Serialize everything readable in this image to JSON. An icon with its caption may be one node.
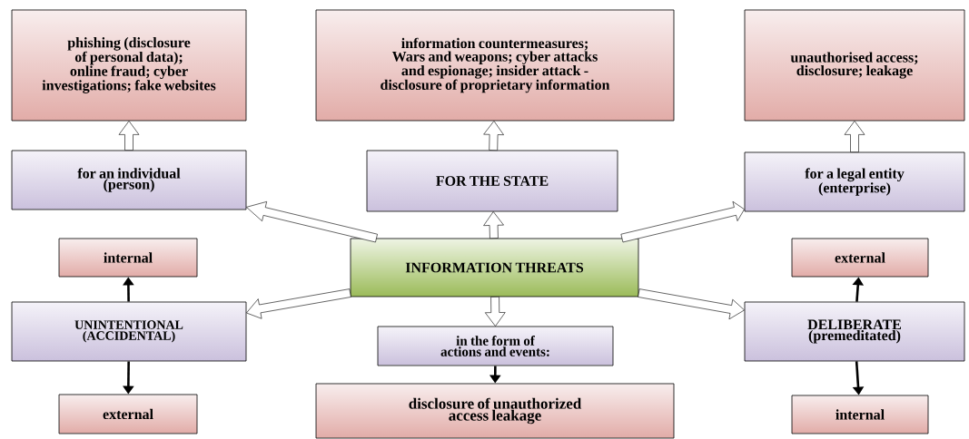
{
  "diagram": {
    "nodes": [
      {
        "text": [
          "phishing (disclosure of personal data); online fraud; cyber investigations; fake websites"
        ]
      },
      {
        "text": [
          "information countermeasures; Wars and weapons; cyber attacks and espionage; insider attack - disclosure of proprietary information"
        ]
      },
      {
        "text": [
          "unauthorised access; disclosure; leakage"
        ]
      },
      {
        "text": [
          "for an individual (person)"
        ]
      },
      {
        "text": [
          "FOR THE STATE"
        ]
      },
      {
        "text": [
          "for a legal entity (enterprise)"
        ]
      },
      {
        "text": [
          "internal"
        ]
      },
      {
        "text": [
          "INFORMATION THREATS"
        ]
      },
      {
        "text": [
          "external"
        ]
      },
      {
        "text": [
          "UNINTENTIONAL (ACCIDENTAL)"
        ]
      },
      {
        "text": [
          "in the form of actions and events:"
        ]
      },
      {
        "text": [
          "DELIBERATE (premeditated)"
        ]
      },
      {
        "text": [
          "external"
        ]
      },
      {
        "text": [
          "disclosure of unauthorized access leakage"
        ]
      },
      {
        "text": [
          "internal"
        ]
      }
    ],
    "edges": [
      {
        "from": 3,
        "to": 0,
        "arrow": "to",
        "style": "thick"
      },
      {
        "from": 4,
        "to": 1,
        "arrow": "to",
        "style": "thick"
      },
      {
        "from": 5,
        "to": 2,
        "arrow": "to",
        "style": "thick"
      },
      {
        "from": 7,
        "to": 3,
        "arrow": "to",
        "style": "thick"
      },
      {
        "from": 7,
        "to": 4,
        "arrow": "to",
        "style": "thick"
      },
      {
        "from": 7,
        "to": 5,
        "arrow": "to",
        "style": "thick"
      },
      {
        "from": 7,
        "to": 9,
        "arrow": "to",
        "style": "thick"
      },
      {
        "from": 7,
        "to": 10,
        "arrow": "to",
        "style": "thick"
      },
      {
        "from": 7,
        "to": 11,
        "arrow": "to",
        "style": "thick"
      },
      {
        "from": 9,
        "to": 6,
        "arrow": "to"
      },
      {
        "from": 9,
        "to": 12,
        "arrow": "to"
      },
      {
        "from": 10,
        "to": 13,
        "arrow": "to"
      },
      {
        "from": 11,
        "to": 8,
        "arrow": "to"
      },
      {
        "from": 11,
        "to": 14,
        "arrow": "to"
      }
    ]
  }
}
